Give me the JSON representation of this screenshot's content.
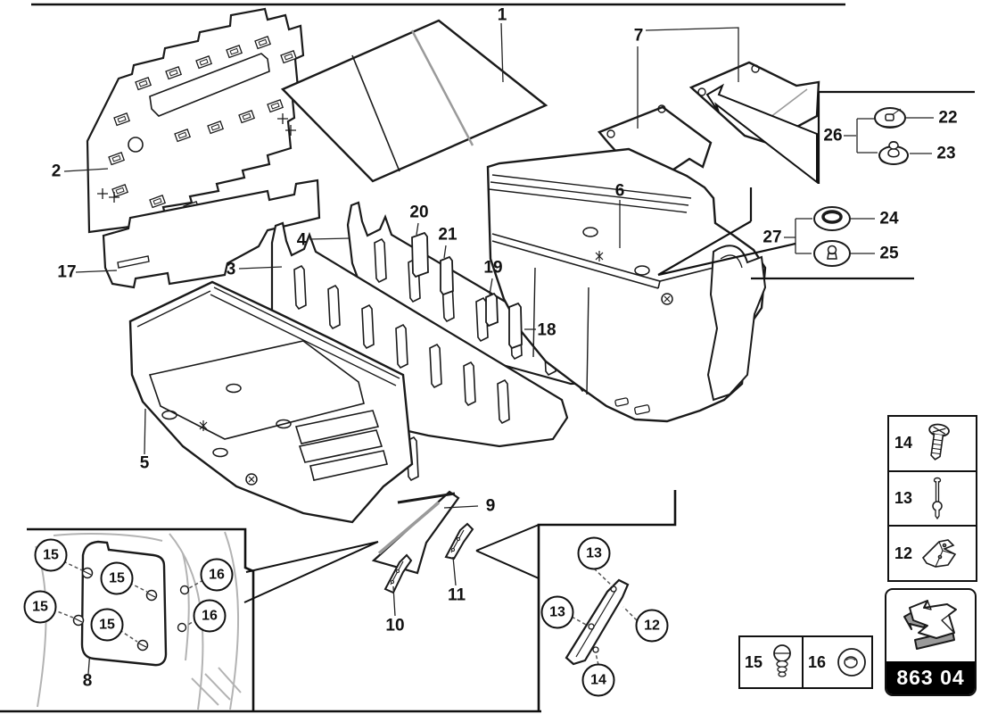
{
  "page": {
    "badge": {
      "code": "863 04",
      "bg": "#000000",
      "fg": "#ffffff"
    },
    "line_color": "#1a1a1a",
    "shade_color": "#9a9a9a"
  },
  "labels": {
    "n1": "1",
    "n2": "2",
    "n3": "3",
    "n4": "4",
    "n5": "5",
    "n6": "6",
    "n7": "7",
    "n8": "8",
    "n9": "9",
    "n10": "10",
    "n11": "11",
    "n12": "12",
    "n13": "13",
    "n14": "14",
    "n15": "15",
    "n16": "16",
    "n17": "17",
    "n18": "18",
    "n19": "19",
    "n20": "20",
    "n21": "21",
    "n22": "22",
    "n23": "23",
    "n24": "24",
    "n25": "25",
    "n26": "26",
    "n27": "27"
  },
  "legend_right": {
    "rows": [
      {
        "num": "14",
        "icon": "pan-head-screw-icon"
      },
      {
        "num": "13",
        "icon": "expanding-rivet-icon"
      },
      {
        "num": "12",
        "icon": "mounting-bracket-icon"
      }
    ]
  },
  "legend_bottom": {
    "cells": [
      {
        "num": "15",
        "icon": "dome-screw-icon"
      },
      {
        "num": "16",
        "icon": "grommet-icon"
      }
    ]
  },
  "fastener_groups": {
    "g26": {
      "label": "26",
      "members": [
        {
          "num": "22",
          "icon": "washer-cap-icon"
        },
        {
          "num": "23",
          "icon": "pin-grommet-icon"
        }
      ]
    },
    "g27": {
      "label": "27",
      "members": [
        {
          "num": "24",
          "icon": "cap-nut-grommet-icon"
        },
        {
          "num": "25",
          "icon": "clip-nut-icon"
        }
      ]
    }
  }
}
